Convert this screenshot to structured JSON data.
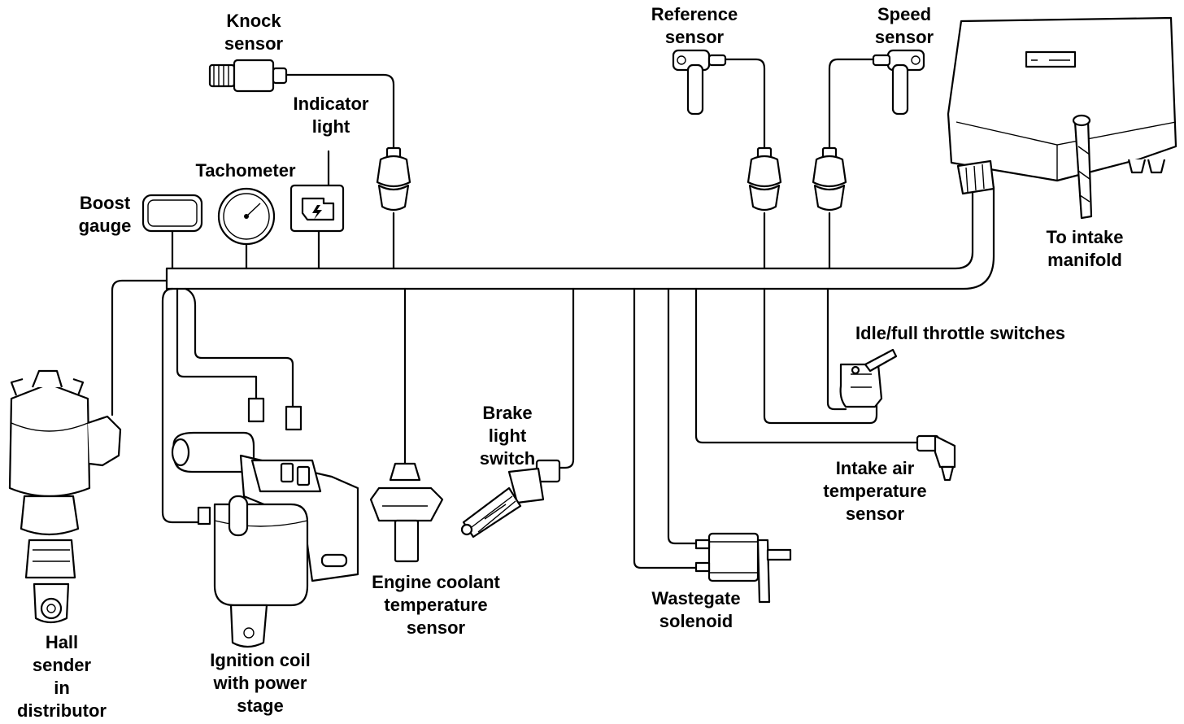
{
  "labels": {
    "knock_sensor": [
      "Knock",
      "sensor"
    ],
    "indicator_light": [
      "Indicator",
      "light"
    ],
    "tachometer": [
      "Tachometer"
    ],
    "boost_gauge": [
      "Boost",
      "gauge"
    ],
    "reference_sensor": [
      "Reference",
      "sensor"
    ],
    "speed_sensor": [
      "Speed",
      "sensor"
    ],
    "to_intake_manifold": [
      "To intake",
      "manifold"
    ],
    "idle_full_throttle": [
      "Idle/full throttle switches"
    ],
    "intake_air_temp": [
      "Intake air",
      "temperature",
      "sensor"
    ],
    "brake_light_switch": [
      "Brake",
      "light",
      "switch"
    ],
    "engine_coolant_temp": [
      "Engine coolant",
      "temperature",
      "sensor"
    ],
    "wastegate_solenoid": [
      "Wastegate",
      "solenoid"
    ],
    "hall_sender": [
      "Hall",
      "sender",
      "in",
      "distributor"
    ],
    "ignition_coil": [
      "Ignition coil",
      "with power",
      "stage"
    ]
  }
}
